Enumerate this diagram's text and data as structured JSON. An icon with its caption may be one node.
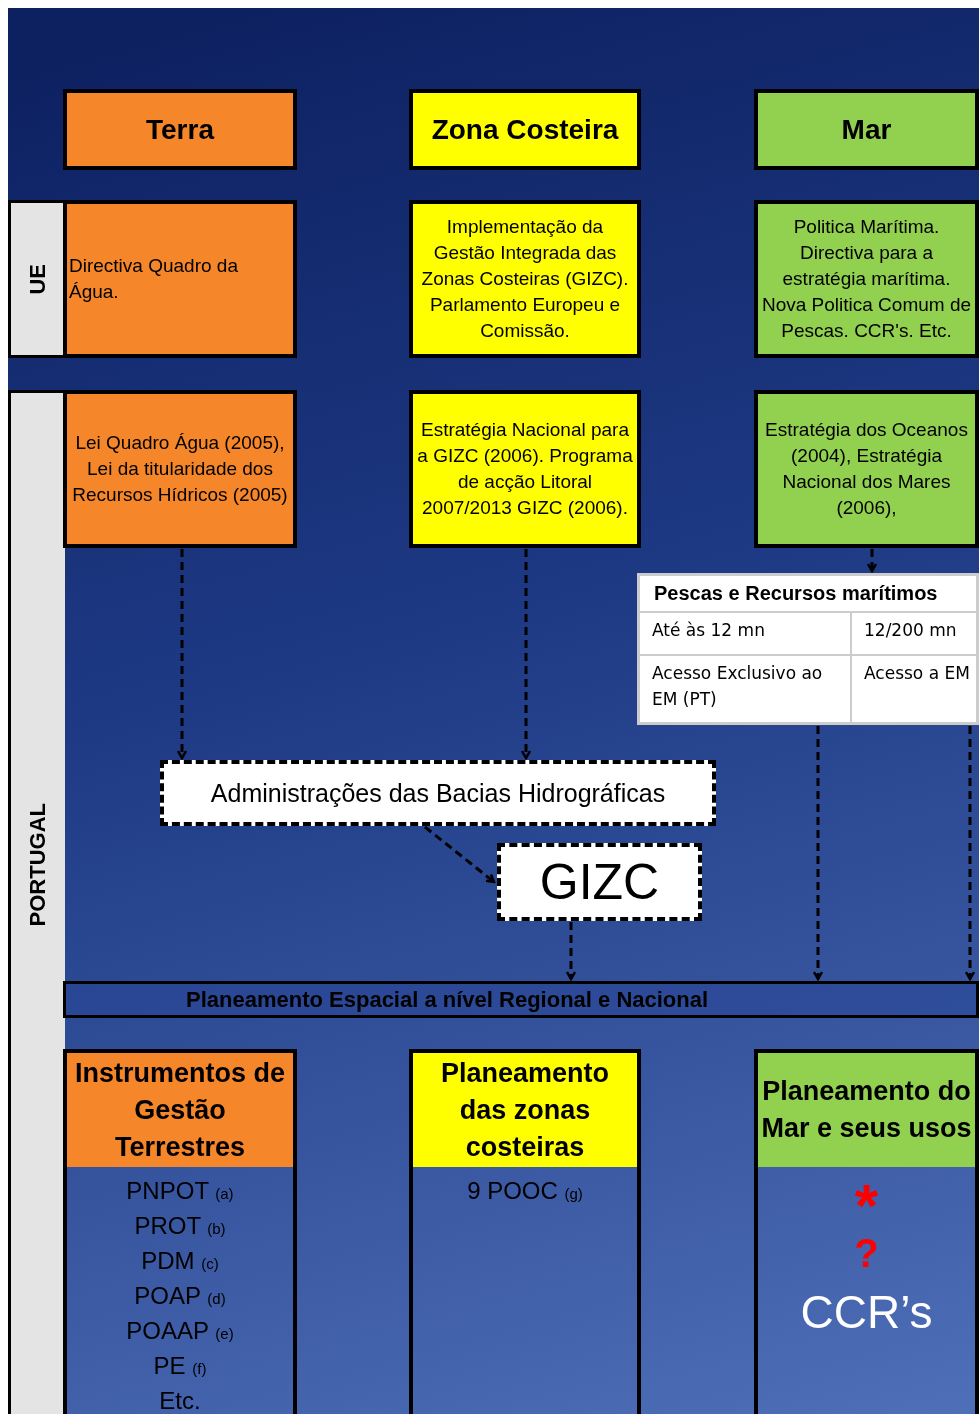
{
  "diagram": {
    "nodes": [
      {
        "text": [
          "Terra"
        ]
      },
      {
        "text": [
          "Zona Costeira"
        ]
      },
      {
        "text": [
          "Mar"
        ]
      },
      {
        "text": [
          "UE"
        ]
      },
      {
        "text": [
          "Directiva Quadro da Água."
        ]
      },
      {
        "text": [
          "Implementação da Gestão Integrada das Zonas Costeiras (GIZC). Parlamento Europeu e Comissão."
        ]
      },
      {
        "text": [
          "Politica Marítima. Directiva para a estratégia marítima. Nova Politica Comum de Pescas. CCR's. Etc."
        ]
      },
      {
        "text": [
          "PORTUGAL"
        ]
      },
      {
        "text": [
          "Lei Quadro Água (2005), Lei da titularidade dos Recursos Hídricos (2005)"
        ]
      },
      {
        "text": [
          "Estratégia Nacional para a GIZC (2006). Programa de acção Litoral 2007/2013 GIZC (2006)."
        ]
      },
      {
        "text": [
          "Estratégia dos Oceanos (2004), Estratégia Nacional dos Mares (2006),"
        ]
      },
      {
        "text": [
          "Pescas e Recursos marítimos",
          "Até às  12 mn",
          "12/200 mn",
          "Acesso Exclusivo ao EM  (PT)",
          "Acesso a EM"
        ]
      },
      {
        "text": [
          "Administrações das Bacias Hidrográficas"
        ]
      },
      {
        "text": [
          "GIZC"
        ]
      },
      {
        "text": [
          "Planeamento Espacial a nível Regional e Nacional"
        ]
      },
      {
        "text": [
          "Instrumentos de Gestão Terrestres",
          "PNPOT (a)",
          "PROT (b)",
          "PDM (c)",
          "POAP (d)",
          "POAAP (e)",
          "PE (f)",
          "Etc."
        ]
      },
      {
        "text": [
          "Planeamento das zonas costeiras",
          "9 POOC (g)"
        ]
      },
      {
        "text": [
          "Planeamento do Mar e seus usos",
          "*",
          "?",
          "CCR’s"
        ]
      }
    ],
    "edges": [
      {
        "from": 8,
        "to": 12,
        "arrow": "to",
        "style": "dashed"
      },
      {
        "from": 9,
        "to": 12,
        "arrow": "to",
        "style": "dashed"
      },
      {
        "from": 10,
        "to": 11,
        "arrow": "to",
        "style": "dashed"
      },
      {
        "from": 12,
        "to": 13,
        "arrow": "to",
        "style": "dashed"
      },
      {
        "from": 13,
        "to": 14,
        "arrow": "to",
        "style": "dashed"
      },
      {
        "from": 11,
        "to": 14,
        "arrow": "to",
        "style": "dashed"
      },
      {
        "from": 11,
        "to": 14,
        "arrow": "to",
        "style": "dashed"
      }
    ]
  }
}
